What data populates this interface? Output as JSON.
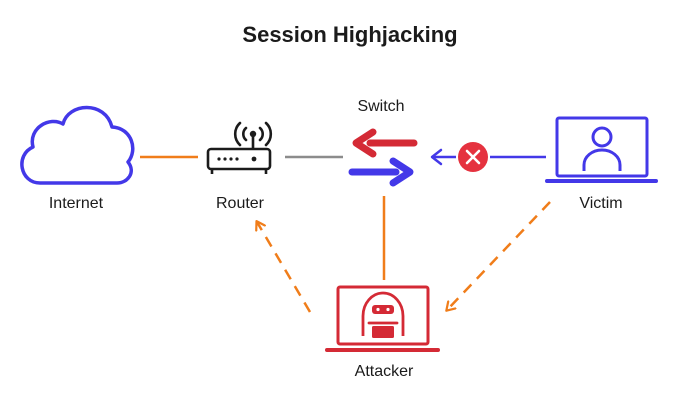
{
  "title": "Session Highjacking",
  "nodes": {
    "internet": {
      "label": "Internet",
      "icon": "cloud-icon"
    },
    "router": {
      "label": "Router",
      "icon": "router-icon"
    },
    "switch": {
      "label": "Switch",
      "icon": "switch-arrows-icon"
    },
    "victim": {
      "label": "Victim",
      "icon": "laptop-user-icon"
    },
    "attacker": {
      "label": "Attacker",
      "icon": "laptop-hacker-icon"
    }
  },
  "links": [
    {
      "from": "internet",
      "to": "router",
      "style": "solid",
      "color": "orange"
    },
    {
      "from": "router",
      "to": "switch",
      "style": "solid",
      "color": "gray"
    },
    {
      "from": "victim",
      "to": "switch",
      "style": "solid-arrow",
      "color": "blue",
      "blocked": true
    },
    {
      "from": "switch",
      "to": "attacker",
      "style": "solid",
      "color": "orange"
    },
    {
      "from": "attacker",
      "to": "router",
      "style": "dashed-arrow",
      "color": "orange"
    },
    {
      "from": "victim",
      "to": "attacker",
      "style": "dashed-arrow",
      "color": "orange"
    }
  ],
  "colors": {
    "blue": "#4338e8",
    "red": "#d42a35",
    "orange": "#f07d1a",
    "gray": "#8c8c8c",
    "dark": "#1b1b1b",
    "blocked_badge": "#e5323f"
  }
}
